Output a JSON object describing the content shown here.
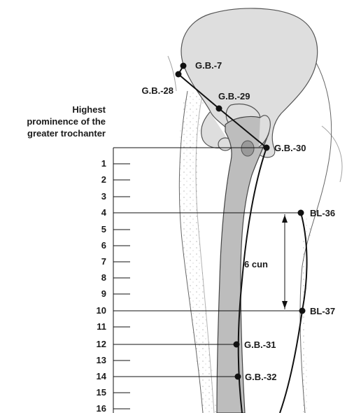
{
  "trochanter_label": [
    "Highest",
    "prominence of the",
    "greater trochanter"
  ],
  "scale_numbers": [
    "1",
    "2",
    "3",
    "4",
    "5",
    "6",
    "7",
    "8",
    "9",
    "10",
    "11",
    "12",
    "13",
    "14",
    "15",
    "16"
  ],
  "measure_label": "6 cun",
  "points": {
    "gb7": "G.B.-7",
    "gb28": "G.B.-28",
    "gb29": "G.B.-29",
    "gb30": "G.B.-30",
    "bl36": "BL-36",
    "bl37": "BL-37",
    "gb31": "G.B.-31",
    "gb32": "G.B.-32"
  }
}
